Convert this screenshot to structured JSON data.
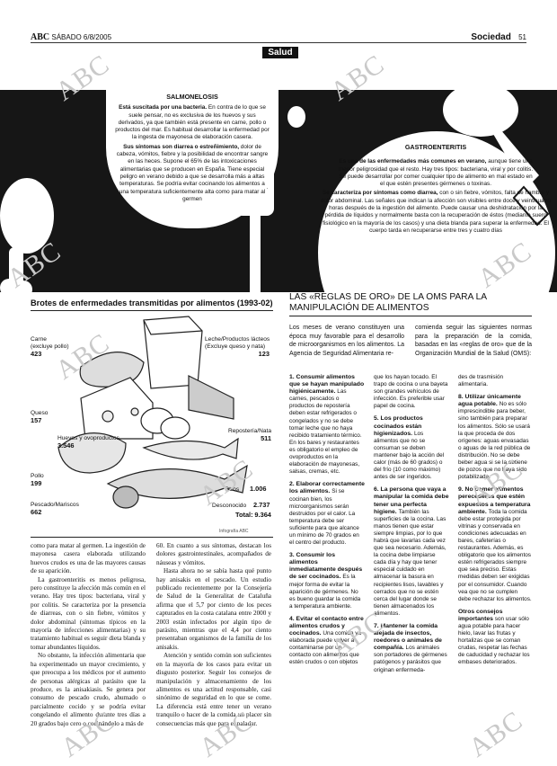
{
  "header": {
    "brand": "ABC",
    "date": "SÁBADO 6/8/2005",
    "section": "Sociedad",
    "page": "51"
  },
  "section_tag": "Salud",
  "salmonelosis": {
    "title": "SALMONELOSIS",
    "lead_bold": "Está suscitada por una bacteria.",
    "lead_text": "En contra de lo que se suele pensar, no es exclusiva de los huevos y sus derivados, ya que también está presente en carne, pollo o productos del mar. Es habitual desarrollar la enfermedad por la ingesta de mayonesa de elaboración casera.",
    "second_bold": "Sus síntomas son diarrea o estreñimiento,",
    "second_text": "dolor de cabeza, vómitos, fiebre y la posibilidad de encontrar sangre en las heces. Supone el 65% de las intoxicaciones alimentarias que se producen en España. Tiene especial peligro en verano debido a que se desarrolla más a altas temperaturas. Se podría evitar cocinando los alimentos a una temperatura suficientemente alta como para matar al germen"
  },
  "gastroenteritis": {
    "title": "GASTROENTERITIS",
    "lead_bold": "Es una de las enfermedades más comunes en verano,",
    "lead_text": "aunque tiene una menor peligrosidad que el resto. Hay tres tipos: bacteriana, viral y por colitis. Se puede desarrollar por comer cualquier tipo de alimento en mal estado en el que estén presentes gérmenes o toxinas.",
    "second_bold": "Se caracteriza por síntomas como diarrea,",
    "second_text": "con o sin fiebre, vómitos, falta de hambre y dolor abdominal. Las señales que indican la afección son visibles entre doce y veinticuatro horas después de la ingestión del alimento. Puede causar una deshidratación por la pérdida de líquidos y normalmente basta con la recuperación de éstos (mediante suero fisiológico en la mayoría de los casos) y una dieta blanda para superar la enfermedad. El cuerpo tarda en recuperarse entre tres y cuatro días"
  },
  "brotes": {
    "title": "Brotes de enfermedades transmitidas por alimentos (1993-02)",
    "credit": "Infografía ABC",
    "items": [
      {
        "label": "Carne\n(excluye pollo)",
        "value": "423"
      },
      {
        "label": "Leche/Productos lácteos\n(Excluye queso y nata)",
        "value": "123"
      },
      {
        "label": "Queso",
        "value": "157"
      },
      {
        "label": "Huevos y ovoproductos",
        "value": "3.546"
      },
      {
        "label": "Repostería/Nata",
        "value": "511"
      },
      {
        "label": "Pollo",
        "value": "199"
      },
      {
        "label": "Otros",
        "value": "1.006"
      },
      {
        "label": "Pescado/Mariscos",
        "value": "662"
      },
      {
        "label": "Desconocido",
        "value": "2.737"
      },
      {
        "label": "Total:",
        "value": "9.364"
      }
    ]
  },
  "body_text": {
    "col1": "como para matar al germen. La ingestión de mayonesa casera elaborada utilizando huevos crudos es una de las mayores causas de su aparición.\nLa gastroenteritis es menos peligrosa, pero constituye la afección más común en el verano. Hay tres tipos: bacteriana, viral y por colitis. Se caracteriza por la presencia de diarreas, con o sin fiebre, vómitos y dolor abdominal (síntomas típicos en la mayoría de infecciones alimentarias) y su tratamiento habitual es seguir dieta blanda y tomar abundantes líquidos.\nNo obstante, la infección alimentaria que ha experimentado un mayor crecimiento, y que preocupa a los médicos por el aumento de personas alérgicas al parásito que la produce, es la anisakiasis. Se genera por consumo de pescado crudo, ahumado o parcialmente cocido y se podría evitar congelando el alimento durante tres días a 20 grados bajo cero o cocinándolo a más de",
    "col2": "60. En cuanto a sus síntomas, destacan los dolores gastrointestinales, acompañados de náuseas y vómitos.\nHasta ahora no se sabía hasta qué punto hay anisakis en el pescado. Un estudio publicado recientemente por la Consejería de Salud de la Generalitat de Cataluña afirma que el 5,7 por ciento de los peces capturados en la costa catalana entre 2000 y 2003 están infectados por algún tipo de parásito, mientras que el 4,4 por ciento presentaban organismos de la familia de los anisakis.\nAtención y sentido común son suficientes en la mayoría de los casos para evitar un disgusto posterior. Seguir los consejos de manipulación y almacenamiento de los alimentos es una actitud responsable, casi sinónimo de seguridad en lo que se come. La diferencia está entre tener un verano tranquilo o hacer de la comida un placer sin consecuencias más que para el paladar."
  },
  "oms": {
    "title": "LAS «REGLAS DE ORO» DE LA OMS PARA LA MANIPULACIÓN DE ALIMENTOS",
    "intro_left": "Los meses de verano constituyen una época muy favorable para el desarrollo de microorganismos en los alimentos. La Agencia de Seguridad Alimentaria re-",
    "intro_right": "comienda seguir las siguientes normas para la preparación de la comida, basadas en las «reglas de oro» que de la Organización Mundial de la Salud (OMS):",
    "col_a": [
      {
        "head": "1. Consumir alimentos que se hayan manipulado higiénicamente.",
        "text": "Las carnes, pescados o productos de repostería deben estar refrigerados o congelados y no se debe tomar leche que no haya recibido tratamiento térmico. En los bares y restaurantes es obligatorio el empleo de ovoproductos en la elaboración de mayonesas, salsas, cremas, etc."
      },
      {
        "head": "2. Elaborar correctamente los alimentos.",
        "text": "Si se cocinan bien, los microorganismos serán destruidos por el calor. La temperatura debe ser suficiente para que alcance un mínimo de 70 grados en el centro del producto."
      },
      {
        "head": "3. Consumir los alimentos inmediatamente después de ser cocinados.",
        "text": "Es la mejor forma de evitar la aparición de gérmenes. No es bueno guardar la comida a temperatura ambiente."
      },
      {
        "head": "4. Evitar el contacto entre alimentos crudos y cocinados.",
        "text": "Una comida ya elaborada puede volver a contaminarse por un contacto con alimentos que estén crudos o con objetos"
      }
    ],
    "col_b": [
      {
        "head": "",
        "text": "que los hayan tocado. El trapo de cocina o una bayeta son grandes vehículos de infección. Es preferible usar papel de cocina."
      },
      {
        "head": "5. Los productos cocinados están higienizados.",
        "text": "Los alimentos que no se consuman se deben mantener bajo la acción del calor (más de 60 grados) o del frío (10 como máximo) antes de ser ingeridos."
      },
      {
        "head": "6. La persona que vaya a manipular la comida debe tener una perfecta higiene.",
        "text": "También las superficies de la cocina. Las manos tienen que estar siempre limpias, por lo que habrá que lavarlas cada vez que sea necesario. Además, la cocina debe limpiarse cada día y hay que tener especial cuidado en almacenar la basura en recipientes lisos, lavables y cerrados que no se estén cerca del lugar donde se tienen almacenados los alimentos."
      },
      {
        "head": "7. Mantener la comida alejada de insectos, roedores o animales de compañía.",
        "text": "Los animales son portadores de gérmenes patógenos y parásitos que originan enfermeda-"
      }
    ],
    "col_c": [
      {
        "head": "",
        "text": "des de trasmisión alimentaria."
      },
      {
        "head": "8. Utilizar únicamente agua potable.",
        "text": "No es sólo imprescindible para beber, sino también para preparar los alimentos. Sólo se usará la que proceda de dos orígenes: aguas envasadas o aguas de la red pública de distribución. No se debe beber agua si se la obtiene de pozos que no haya sido potabilizada."
      },
      {
        "head": "9. No comer alimentos perecederos que estén expuestos a temperatura ambiente.",
        "text": "Toda la comida debe estar protegida por vitrinas y conservada en condiciones adecuadas en bares, cafeterías o restaurantes. Además, es obligatorio que los alimentos estén refrigerados siempre que sea preciso. Estas medidas deben ser exigidas por el consumidor. Cuando vea que no se cumplen debe rechazar los alimentos."
      },
      {
        "head": "Otros consejos importantes",
        "text": "son usar sólo agua potable para hacer hielo, lavar las frutas y hortalizas que se coman crudas, respetar las fechas de caducidad y rechazar los embases deteriorados."
      }
    ]
  },
  "watermark": "ABC"
}
